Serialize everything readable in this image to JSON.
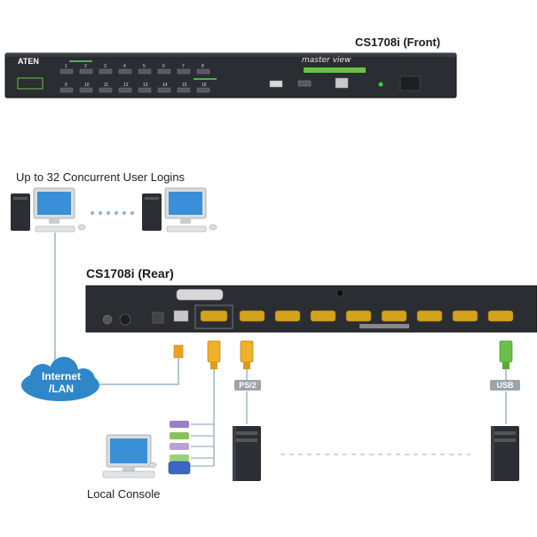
{
  "front": {
    "title": "CS1708i (Front)",
    "brand": "ATEN",
    "product_line": "master view",
    "port_numbers_top": [
      "1",
      "2",
      "3",
      "4",
      "5",
      "6",
      "7",
      "8"
    ],
    "port_numbers_bottom": [
      "9",
      "10",
      "11",
      "12",
      "13",
      "14",
      "15",
      "16"
    ]
  },
  "rear": {
    "title": "CS1708i (Rear)"
  },
  "logins_label": "Up to 32 Concurrent User Logins",
  "cloud_label": "Internet /LAN",
  "ps2_tag": "PS/2",
  "usb_tag": "USB",
  "console_label": "Local Console",
  "colors": {
    "panel": "#2a2d31",
    "cloud": "#2f86c9",
    "cable_orange": "#f0a020",
    "cable_green": "#6cc04a",
    "line": "#9bb4c4"
  }
}
